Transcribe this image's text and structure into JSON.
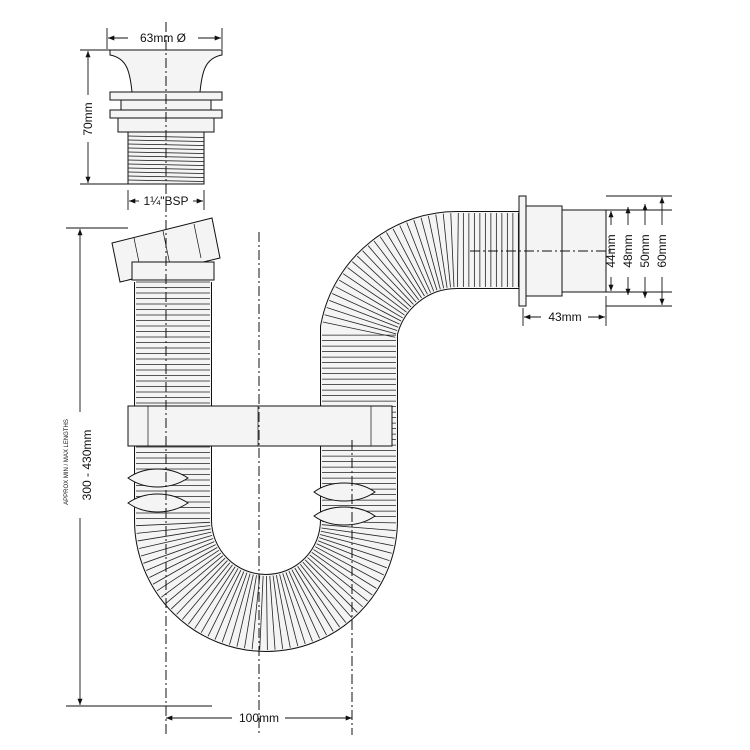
{
  "dimensions": {
    "waste_diameter": "63mm Ø",
    "waste_height": "70mm",
    "thread": "1¼\"BSP",
    "outlet_44": "44mm",
    "outlet_48": "48mm",
    "outlet_50": "50mm",
    "outlet_60": "60mm",
    "outlet_length": "43mm",
    "length_range": "300  - 430mm",
    "length_note": "APPROX MIN / MAX LENGTHS",
    "trap_spacing": "100mm"
  }
}
